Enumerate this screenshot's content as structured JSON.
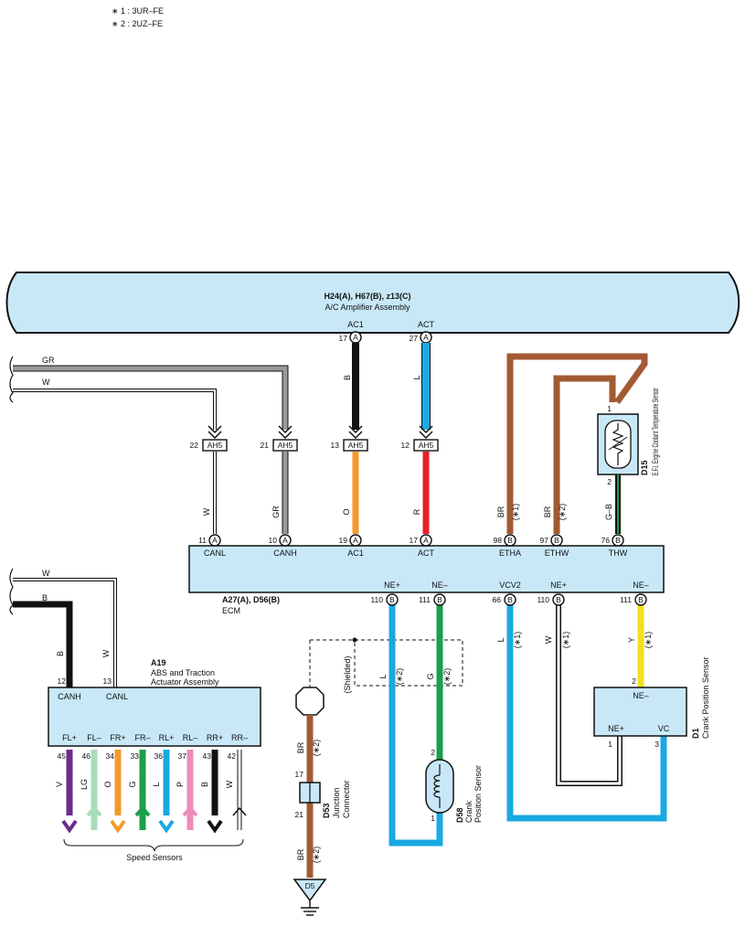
{
  "notes": [
    "∗ 1 : 3UR–FE",
    "∗ 2 : 2UZ–FE"
  ],
  "colors": {
    "box": "#c8e8f8",
    "GR": "#9a9a9a",
    "W": "#ffffff",
    "B": "#111111",
    "O": "#f39a2c",
    "R": "#e3212a",
    "L": "#1aa9e2",
    "BR": "#a25a33",
    "G": "#1aa04a",
    "Y": "#f3e01b",
    "V": "#6a2d8c",
    "LG": "#a8dcb8",
    "P": "#f08bb8"
  },
  "ac_amp": {
    "code": "H24(A), H67(B), z13(C)",
    "name": "A/C Amplifier Assembly"
  },
  "ac_pins": [
    {
      "sig": "AC1",
      "pin": "17",
      "conn": "A",
      "wire": "B"
    },
    {
      "sig": "ACT",
      "pin": "27",
      "conn": "A",
      "wire": "L"
    }
  ],
  "left_wires_top": [
    "GR",
    "W"
  ],
  "ah5": [
    {
      "pin": "22",
      "name": "AH5"
    },
    {
      "pin": "21",
      "name": "AH5"
    },
    {
      "pin": "13",
      "name": "AH5"
    },
    {
      "pin": "12",
      "name": "AH5"
    }
  ],
  "ecm": {
    "code": "A27(A), D56(B)",
    "name": "ECM"
  },
  "ecm_top": [
    {
      "pin": "11",
      "conn": "A",
      "sig": "CANL",
      "wire": "W",
      "note": ""
    },
    {
      "pin": "10",
      "conn": "A",
      "sig": "CANH",
      "wire": "GR",
      "note": ""
    },
    {
      "pin": "19",
      "conn": "A",
      "sig": "AC1",
      "wire": "O",
      "note": ""
    },
    {
      "pin": "17",
      "conn": "A",
      "sig": "ACT",
      "wire": "R",
      "note": ""
    },
    {
      "pin": "98",
      "conn": "B",
      "sig": "ETHA",
      "wire": "BR",
      "note": "(∗1)"
    },
    {
      "pin": "97",
      "conn": "B",
      "sig": "ETHW",
      "wire": "BR",
      "note": "(∗2)"
    },
    {
      "pin": "76",
      "conn": "B",
      "sig": "THW",
      "wire": "G–B",
      "note": ""
    }
  ],
  "ecm_bottom": [
    {
      "pin": "110",
      "conn": "B",
      "sig": "NE+",
      "wire": "L",
      "note": "(∗2)"
    },
    {
      "pin": "111",
      "conn": "B",
      "sig": "NE–",
      "wire": "G",
      "note": "(∗2)"
    },
    {
      "pin": "66",
      "conn": "B",
      "sig": "VCV2",
      "wire": "L",
      "note": "(∗1)"
    },
    {
      "pin": "110",
      "conn": "B",
      "sig": "NE+",
      "wire": "W",
      "note": "(∗1)"
    },
    {
      "pin": "111",
      "conn": "B",
      "sig": "NE–",
      "wire": "Y",
      "note": "(∗1)"
    }
  ],
  "d15": {
    "code": "D15",
    "name": "E.F.I. Engine Coolant Temperature Sensor",
    "pin1": "1",
    "pin2": "2"
  },
  "left_wires_mid": [
    "W",
    "B"
  ],
  "abs": {
    "code": "A19",
    "name1": "ABS and Traction",
    "name2": "Actuator Assembly",
    "top_pins": [
      {
        "pin": "12",
        "sig": "CANH",
        "wire": "B"
      },
      {
        "pin": "13",
        "sig": "CANL",
        "wire": "W"
      }
    ],
    "bottom_pins": [
      {
        "sig": "FL+",
        "pin": "45",
        "wire": "V"
      },
      {
        "sig": "FL–",
        "pin": "46",
        "wire": "LG"
      },
      {
        "sig": "FR+",
        "pin": "34",
        "wire": "O"
      },
      {
        "sig": "FR–",
        "pin": "33",
        "wire": "G"
      },
      {
        "sig": "RL+",
        "pin": "36",
        "wire": "L"
      },
      {
        "sig": "RL–",
        "pin": "37",
        "wire": "P"
      },
      {
        "sig": "RR+",
        "pin": "43",
        "wire": "B"
      },
      {
        "sig": "RR–",
        "pin": "42",
        "wire": "W"
      }
    ],
    "footer": "Speed Sensors"
  },
  "shielded": "(Shielded)",
  "d53": {
    "code": "D53",
    "name1": "Junction",
    "name2": "Connector",
    "pin_top": "17",
    "pin_bot": "21",
    "wire": "BR",
    "note": "(∗2)"
  },
  "d5": "D5",
  "d58": {
    "code": "D58",
    "name1": "Crank",
    "name2": "Position Sensor",
    "pin2": "2",
    "pin1": "1"
  },
  "d1": {
    "code": "D1",
    "name": "Crank Position Sensor",
    "pin2": "2",
    "pin1": "1",
    "pin3": "3",
    "sig_top": "NE–",
    "sig_l": "NE+",
    "sig_r": "VC"
  }
}
